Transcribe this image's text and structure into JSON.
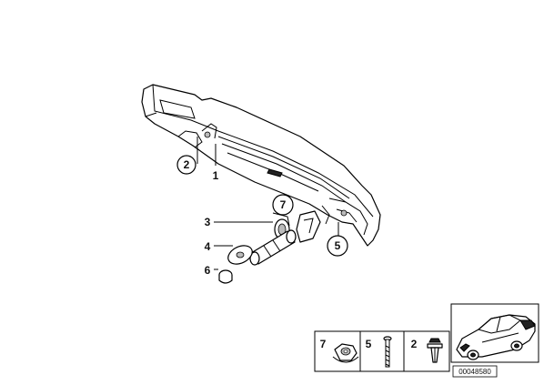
{
  "callouts": {
    "c1": "1",
    "c2": "2",
    "c3": "3",
    "c4": "4",
    "c5": "5",
    "c6": "6",
    "c7": "7"
  },
  "legend": {
    "items": [
      {
        "label": "7"
      },
      {
        "label": "5"
      },
      {
        "label": "2"
      }
    ]
  },
  "reference_number": "00048580",
  "icons": {
    "car": "car-thumbnail-icon",
    "nut": "nut-icon",
    "screw": "screw-icon",
    "clip": "expanding-rivet-icon"
  }
}
